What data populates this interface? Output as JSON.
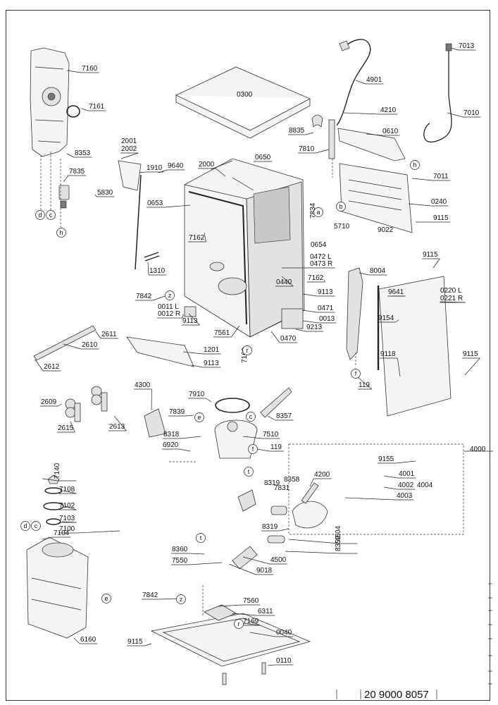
{
  "document_number": "20 9000 8057",
  "labels": [
    "7160",
    "7161",
    "8353",
    "7835",
    "5830",
    "0300",
    "4901",
    "4210",
    "7013",
    "7010",
    "8835",
    "0610",
    "7810",
    "7011",
    "0240",
    "9115",
    "5710",
    "9022",
    "7834",
    "0654",
    "2001",
    "2002",
    "1910",
    "9640",
    "2000",
    "0650",
    "0653",
    "7162",
    "1310",
    "7842",
    "0011 L",
    "0012 R",
    "9113",
    "7561",
    "7169",
    "0472 L",
    "0473 R",
    "7162",
    "0440",
    "9113",
    "0471",
    "0013",
    "9213",
    "0470",
    "8004",
    "9115",
    "9641",
    "0220 L",
    "0221 R",
    "9154",
    "9118",
    "9115",
    "119",
    "2611",
    "2610",
    "2612",
    "1201",
    "9113",
    "4300",
    "7910",
    "7839",
    "8357",
    "8318",
    "7510",
    "6920",
    "119",
    "2609",
    "2615",
    "2613",
    "4000",
    "9155",
    "4001",
    "4002",
    "4004",
    "4003",
    "4200",
    "8319",
    "7831",
    "8358",
    "8319",
    "4504",
    "8359",
    "7140",
    "7108",
    "7102",
    "7103",
    "7100",
    "7104",
    "8360",
    "7550",
    "4500",
    "9018",
    "7842",
    "7560",
    "6311",
    "7169",
    "0040",
    "9115",
    "0110",
    "6160"
  ],
  "circle_markers": [
    "d",
    "c",
    "h",
    "h",
    "a",
    "b",
    "h",
    "z",
    "r",
    "f",
    "e",
    "c",
    "f",
    "t",
    "d",
    "c",
    "e",
    "t",
    "z",
    "r"
  ]
}
